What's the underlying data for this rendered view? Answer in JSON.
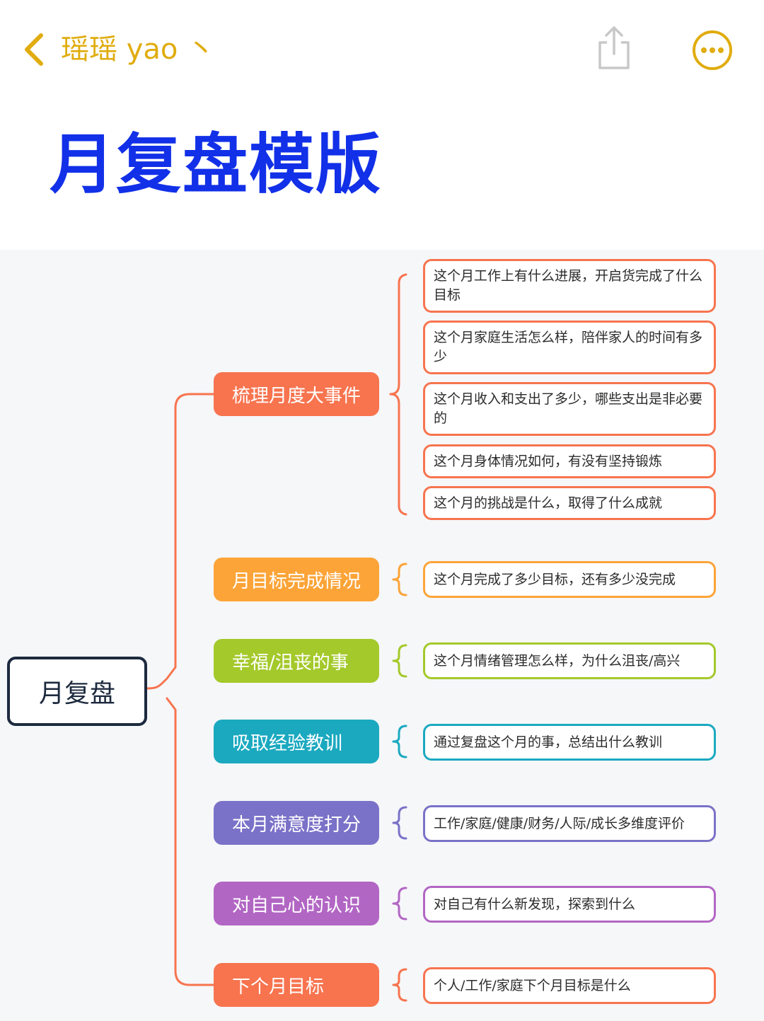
{
  "nav": {
    "title": "瑶瑶 yao 丶",
    "accent": "#e0ac0e"
  },
  "title": "月复盘模版",
  "mindmap": {
    "root": "月复盘",
    "branches": [
      {
        "label": "梳理月度大事件",
        "color": "#f7744f",
        "leaves": [
          "这个月工作上有什么进展，开启货完成了什么目标",
          "这个月家庭生活怎么样，陪伴家人的时间有多少",
          "这个月收入和支出了多少，哪些支出是非必要的",
          "这个月身体情况如何，有没有坚持锻炼",
          "这个月的挑战是什么，取得了什么成就"
        ]
      },
      {
        "label": "月目标完成情况",
        "color": "#fca438",
        "leaves": [
          "这个月完成了多少目标，还有多少没完成"
        ]
      },
      {
        "label": "幸福/沮丧的事",
        "color": "#a4c92b",
        "leaves": [
          "这个月情绪管理怎么样，为什么沮丧/高兴"
        ]
      },
      {
        "label": "吸取经验教训",
        "color": "#1ba9c0",
        "leaves": [
          "通过复盘这个月的事，总结出什么教训"
        ]
      },
      {
        "label": "本月满意度打分",
        "color": "#7a72c8",
        "leaves": [
          "工作/家庭/健康/财务/人际/成长多维度评价"
        ]
      },
      {
        "label": "对自己心的认识",
        "color": "#b266c4",
        "leaves": [
          "对自己有什么新发现，探索到什么"
        ]
      },
      {
        "label": "下个月目标",
        "color": "#f7744f",
        "leaves": [
          "个人/工作/家庭下个月目标是什么"
        ]
      }
    ]
  }
}
